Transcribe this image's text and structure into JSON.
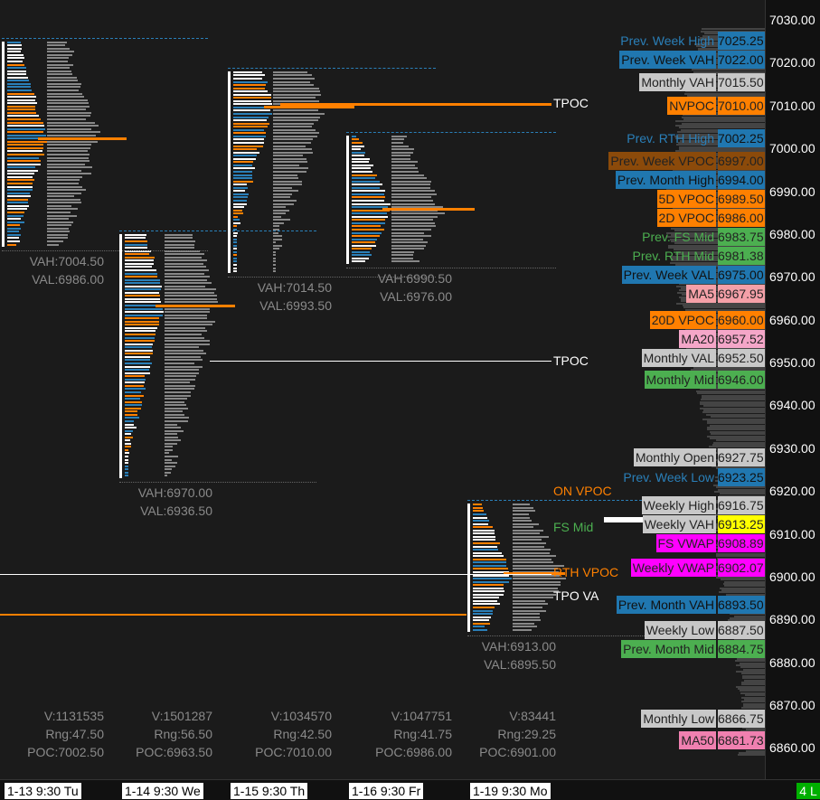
{
  "chart_data": {
    "type": "market-profile",
    "ylim": [
      6857,
      7034
    ],
    "axis_ticks": [
      "7030.00",
      "7020.00",
      "7010.00",
      "7000.00",
      "6990.00",
      "6980.00",
      "6970.00",
      "6960.00",
      "6950.00",
      "6940.00",
      "6930.00",
      "6920.00",
      "6910.00",
      "6900.00",
      "6890.00",
      "6880.00",
      "6870.00",
      "6860.00"
    ],
    "sessions": [
      {
        "date": "1-13  9:30 Tu",
        "high": 7025,
        "low": 6977,
        "vah_label": "VAH:7004.50",
        "val_label": "VAL:6986.00",
        "volume": "V:1131535",
        "range": "Rng:47.50",
        "poc": "POC:7002.50",
        "poc_price": 7002.5
      },
      {
        "date": "1-14  9:30 We",
        "high": 6980,
        "low": 6923,
        "vah_label": "VAH:6970.00",
        "val_label": "VAL:6936.50",
        "volume": "V:1501287",
        "range": "Rng:56.50",
        "poc": "POC:6963.50",
        "poc_price": 6963.5
      },
      {
        "date": "1-15  9:30 Th",
        "high": 7018,
        "low": 6971,
        "vah_label": "VAH:7014.50",
        "val_label": "VAL:6993.50",
        "volume": "V:1034570",
        "range": "Rng:42.50",
        "poc": "POC:7010.00",
        "poc_price": 7010.0
      },
      {
        "date": "1-16  9:30 Fr",
        "high": 7003,
        "low": 6973,
        "vah_label": "VAH:6990.50",
        "val_label": "VAL:6976.00",
        "volume": "V:1047751",
        "range": "Rng:41.75",
        "poc": "POC:6986.00",
        "poc_price": 6986.0
      },
      {
        "date": "1-19  9:30 Mo",
        "high": 6917,
        "low": 6887,
        "vah_label": "VAH:6913.00",
        "val_label": "VAL:6895.50",
        "volume": "V:83441",
        "range": "Rng:29.25",
        "poc": "POC:6901.00",
        "poc_price": 6901.0
      }
    ],
    "levels": [
      {
        "label": "TPOC",
        "price": 7010.5,
        "color": "#ffffff"
      },
      {
        "label": "TPOC",
        "price": 6950.5,
        "color": "#ffffff"
      },
      {
        "label": "ON VPOC",
        "price": 6920.0,
        "color": "#ff8000"
      },
      {
        "label": "FS Mid",
        "price": 6911.5,
        "color": "#4caf50"
      },
      {
        "label": "RTH VPOC",
        "price": 6901.0,
        "color": "#ff8000"
      },
      {
        "label": "TPO VA",
        "price": 6895.5,
        "color": "#ffffff"
      }
    ],
    "markers": [
      {
        "label": "Prev. Week High",
        "price": 7025.25,
        "lbg": "",
        "lfg": "#2a7fb8",
        "pbg": "#2077b0",
        "pfg": "#111"
      },
      {
        "label": "Prev. Week VAH",
        "price": 7022.0,
        "lbg": "#2077b0",
        "lfg": "#111",
        "pbg": "#2077b0",
        "pfg": "#111"
      },
      {
        "label": "Monthly VAH",
        "price": 7015.5,
        "lbg": "#c8c8c8",
        "lfg": "#222",
        "pbg": "#c8c8c8",
        "pfg": "#222"
      },
      {
        "label": "NVPOC",
        "price": 7010.0,
        "lbg": "#ff8000",
        "lfg": "#222",
        "pbg": "#ff8000",
        "pfg": "#222"
      },
      {
        "label": "Prev. RTH High",
        "price": 7002.25,
        "lbg": "",
        "lfg": "#2a7fb8",
        "pbg": "#2077b0",
        "pfg": "#111"
      },
      {
        "label": "Prev. Week VPOC",
        "price": 6997.0,
        "lbg": "#8b4a0a",
        "lfg": "#222",
        "pbg": "#8b4a0a",
        "pfg": "#222"
      },
      {
        "label": "Prev. Month High",
        "price": 6994.0,
        "lbg": "#2077b0",
        "lfg": "#111",
        "pbg": "#2077b0",
        "pfg": "#111"
      },
      {
        "label": "5D VPOC",
        "price": 6989.5,
        "lbg": "#ff8000",
        "lfg": "#222",
        "pbg": "#ff8000",
        "pfg": "#222"
      },
      {
        "label": "2D VPOC",
        "price": 6986.0,
        "lbg": "#ff8000",
        "lfg": "#222",
        "pbg": "#ff8000",
        "pfg": "#222"
      },
      {
        "label": "Prev. FS Mid",
        "price": 6983.75,
        "lbg": "",
        "lfg": "#4caf50",
        "pbg": "#4caf50",
        "pfg": "#222"
      },
      {
        "label": "Prev. RTH Mid",
        "price": 6981.38,
        "lbg": "",
        "lfg": "#4caf50",
        "pbg": "#4caf50",
        "pfg": "#222"
      },
      {
        "label": "Prev. Week VAL",
        "price": 6975.0,
        "lbg": "#2077b0",
        "lfg": "#111",
        "pbg": "#2077b0",
        "pfg": "#111"
      },
      {
        "label": "MA5",
        "price": 6967.95,
        "lbg": "#f4a0a8",
        "lfg": "#222",
        "pbg": "#f4a0a8",
        "pfg": "#222"
      },
      {
        "label": "20D VPOC",
        "price": 6960.0,
        "lbg": "#ff8000",
        "lfg": "#222",
        "pbg": "#ff8000",
        "pfg": "#222"
      },
      {
        "label": "MA20",
        "price": 6957.52,
        "lbg": "#f4a6c8",
        "lfg": "#222",
        "pbg": "#f4a6c8",
        "pfg": "#222"
      },
      {
        "label": "Monthly VAL",
        "price": 6952.5,
        "lbg": "#c8c8c8",
        "lfg": "#222",
        "pbg": "#c8c8c8",
        "pfg": "#222"
      },
      {
        "label": "Monthly Mid",
        "price": 6946.0,
        "lbg": "#4caf50",
        "lfg": "#222",
        "pbg": "#4caf50",
        "pfg": "#222"
      },
      {
        "label": "Monthly Open",
        "price": 6927.75,
        "lbg": "#c8c8c8",
        "lfg": "#222",
        "pbg": "#c8c8c8",
        "pfg": "#222"
      },
      {
        "label": "Prev. Week Low",
        "price": 6923.25,
        "lbg": "",
        "lfg": "#2a7fb8",
        "pbg": "#2077b0",
        "pfg": "#111"
      },
      {
        "label": "Weekly High",
        "price": 6916.75,
        "lbg": "#c8c8c8",
        "lfg": "#222",
        "pbg": "#c8c8c8",
        "pfg": "#222"
      },
      {
        "label": "Weekly VAH",
        "price": 6913.25,
        "lbg": "#c8c8c8",
        "lfg": "#222",
        "pbg": "#ffff00",
        "pfg": "#222"
      },
      {
        "label": "FS VWAP",
        "price": 6908.89,
        "lbg": "#ff00ff",
        "lfg": "#222",
        "pbg": "#ff00ff",
        "pfg": "#222"
      },
      {
        "label": "Weekly VWAP",
        "price": 6902.07,
        "lbg": "#ff00ff",
        "lfg": "#222",
        "pbg": "#ff00ff",
        "pfg": "#222"
      },
      {
        "label": "Prev. Month VAH",
        "price": 6893.5,
        "lbg": "#2077b0",
        "lfg": "#111",
        "pbg": "#2077b0",
        "pfg": "#111"
      },
      {
        "label": "Weekly Low",
        "price": 6887.5,
        "lbg": "#c8c8c8",
        "lfg": "#222",
        "pbg": "#c8c8c8",
        "pfg": "#222"
      },
      {
        "label": "Prev. Month Mid",
        "price": 6884.75,
        "lbg": "#4caf50",
        "lfg": "#222",
        "pbg": "#4caf50",
        "pfg": "#222"
      },
      {
        "label": "Monthly Low",
        "price": 6866.75,
        "lbg": "#c8c8c8",
        "lfg": "#222",
        "pbg": "#c8c8c8",
        "pfg": "#222"
      },
      {
        "label": "MA50",
        "price": 6861.73,
        "lbg": "#f080b0",
        "lfg": "#222",
        "pbg": "#f080b0",
        "pfg": "#222"
      }
    ]
  },
  "status_badge": "4 L"
}
